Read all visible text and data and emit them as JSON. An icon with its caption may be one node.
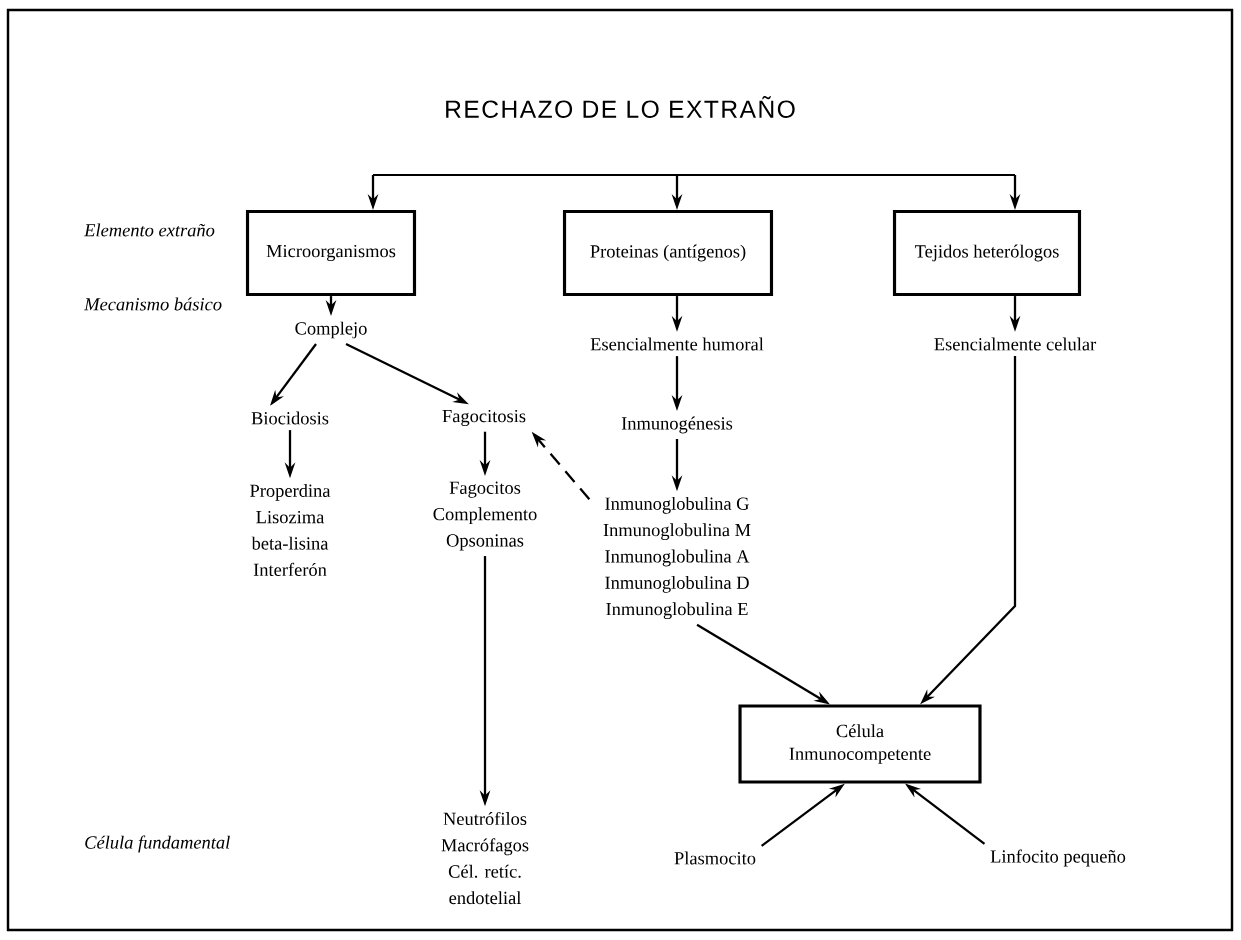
{
  "diagram": {
    "title": "RECHAZO DE LO EXTRAÑO",
    "nodes": [
      {
        "text": [
          "Microorganismos"
        ]
      },
      {
        "text": [
          "Proteinas (antígenos)"
        ]
      },
      {
        "text": [
          "Tejidos heterólogos"
        ]
      },
      {
        "text": [
          "Complejo"
        ]
      },
      {
        "text": [
          "Esencialmente humoral"
        ]
      },
      {
        "text": [
          "Esencialmente celular"
        ]
      },
      {
        "text": [
          "Biocidosis"
        ]
      },
      {
        "text": [
          "Fagocitosis"
        ]
      },
      {
        "text": [
          "Inmunogénesis"
        ]
      },
      {
        "text": [
          "Properdina",
          "Lisozima",
          "beta-lisina",
          "Interferón"
        ]
      },
      {
        "text": [
          "Fagocitos",
          "Complemento",
          "Opsoninas"
        ]
      },
      {
        "text": [
          "Inmunoglobulina G",
          "Inmunoglobulina M",
          "Inmunoglobulina A",
          "Inmunoglobulina D",
          "Inmunoglobulina E"
        ]
      },
      {
        "text": [
          "Célula Inmunocompetente"
        ]
      },
      {
        "text": [
          "Neutrófilos",
          "Macrófagos",
          "Cél. retíc.",
          "endotelial"
        ]
      },
      {
        "text": [
          "Plasmocito"
        ]
      },
      {
        "text": [
          "Linfocito pequeño"
        ]
      }
    ],
    "edges": [
      {
        "from": null,
        "to": 0,
        "arrow": "to"
      },
      {
        "from": null,
        "to": 1,
        "arrow": "to"
      },
      {
        "from": null,
        "to": 2,
        "arrow": "to"
      },
      {
        "from": 0,
        "to": 3,
        "arrow": "to"
      },
      {
        "from": 1,
        "to": 4,
        "arrow": "to"
      },
      {
        "from": 2,
        "to": 5,
        "arrow": "to"
      },
      {
        "from": 3,
        "to": 6,
        "arrow": "to"
      },
      {
        "from": 3,
        "to": 7,
        "arrow": "to"
      },
      {
        "from": 4,
        "to": 8,
        "arrow": "to"
      },
      {
        "from": 6,
        "to": 9,
        "arrow": "to"
      },
      {
        "from": 7,
        "to": 10,
        "arrow": "to"
      },
      {
        "from": 8,
        "to": 11,
        "arrow": "to"
      },
      {
        "from": 11,
        "to": 7,
        "arrow": "to",
        "style": "dashed"
      },
      {
        "from": 10,
        "to": 13,
        "arrow": "to"
      },
      {
        "from": 11,
        "to": 12,
        "arrow": "to"
      },
      {
        "from": 5,
        "to": 12,
        "arrow": "to"
      },
      {
        "from": 14,
        "to": 12,
        "arrow": "to"
      },
      {
        "from": 15,
        "to": 12,
        "arrow": "to"
      }
    ],
    "labels": [
      "Elemento extraño",
      "Mecanismo básico",
      "Célula fundamental"
    ]
  }
}
